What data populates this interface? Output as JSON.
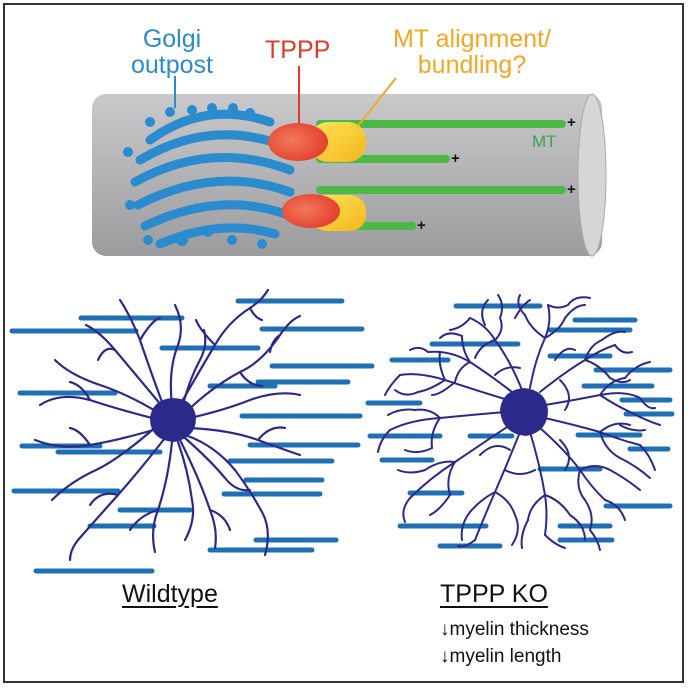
{
  "labels": {
    "golgi_line1": "Golgi",
    "golgi_line2": "outpost",
    "tppp": "TPPP",
    "mt_align_line1": "MT alignment/",
    "mt_align_line2": "bundling?",
    "mt": "MT",
    "plus": "+"
  },
  "captions": {
    "wildtype": "Wildtype",
    "tppp_ko": "TPPP KO"
  },
  "notes": {
    "myelin_thickness": "↓myelin thickness",
    "myelin_length": "↓myelin length"
  },
  "colors": {
    "axon": "#b5b5b7",
    "golgi": "#2a8ccf",
    "tppp": "#ef4a3a",
    "mt_align": "#f5c518",
    "microtubule": "#4cb848",
    "cell": "#2b2a8a",
    "myelin": "#1f6fb5"
  }
}
